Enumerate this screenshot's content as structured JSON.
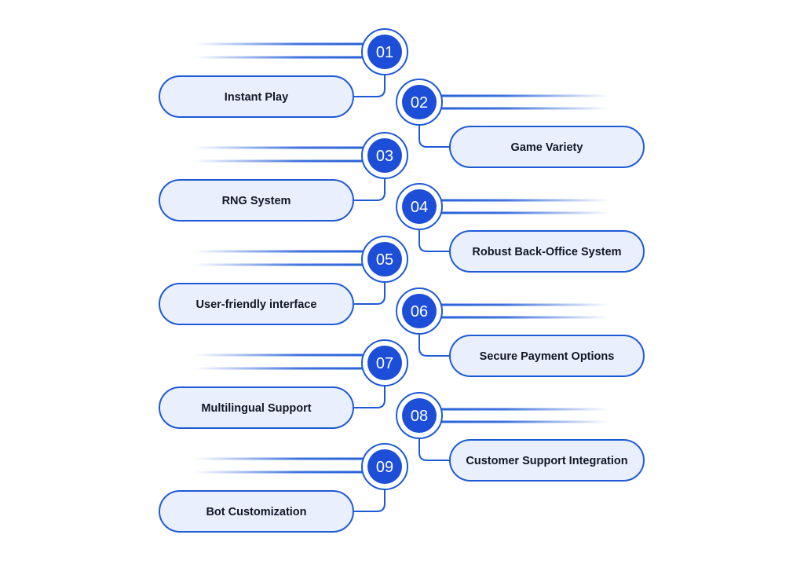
{
  "colors": {
    "accent": "#1f5ad6",
    "node_fill": "#1d4ed8",
    "pill_fill": "#e9effd",
    "text": "#111827",
    "background": "#ffffff"
  },
  "features": [
    {
      "number": "01",
      "label": "Instant Play"
    },
    {
      "number": "02",
      "label": "Game Variety"
    },
    {
      "number": "03",
      "label": "RNG System"
    },
    {
      "number": "04",
      "label": "Robust Back-Office System"
    },
    {
      "number": "05",
      "label": "User-friendly interface"
    },
    {
      "number": "06",
      "label": "Secure Payment Options"
    },
    {
      "number": "07",
      "label": "Multilingual Support"
    },
    {
      "number": "08",
      "label": "Customer Support Integration"
    },
    {
      "number": "09",
      "label": "Bot Customization"
    }
  ]
}
